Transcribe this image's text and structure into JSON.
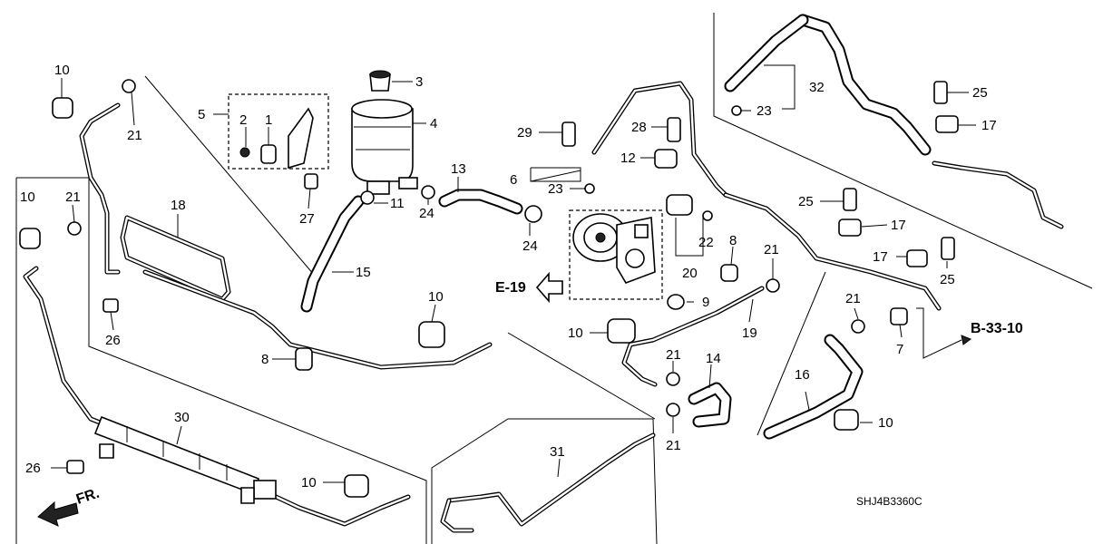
{
  "diagram": {
    "catalog_code": "SHJ4B3360C",
    "front_marker": "FR.",
    "refs": {
      "e19": "E-19",
      "b3310": "B-33-10"
    },
    "callouts": {
      "c10a": "10",
      "c21a": "21",
      "c5": "5",
      "c2": "2",
      "c1": "1",
      "c3": "3",
      "c4": "4",
      "c27": "27",
      "c11": "11",
      "c24a": "24",
      "c13": "13",
      "c15": "15",
      "c18": "18",
      "c10b": "10",
      "c21b": "21",
      "c26a": "26",
      "c8a": "8",
      "c10c": "10",
      "c29": "29",
      "c28": "28",
      "c12": "12",
      "c6": "6",
      "c23a": "23",
      "c24b": "24",
      "c22": "22",
      "c20": "20",
      "c8b": "8",
      "c9": "9",
      "c10d": "10",
      "c21c": "21",
      "c19": "19",
      "c21d": "21",
      "c14": "14",
      "c21e": "21",
      "c30": "30",
      "c26b": "26",
      "c10e": "10",
      "c31": "31",
      "c32": "32",
      "c23b": "23",
      "c25a": "25",
      "c17a": "17",
      "c25b": "25",
      "c17b": "17",
      "c17c": "17",
      "c25c": "25",
      "c21f": "21",
      "c7": "7",
      "c16": "16",
      "c10f": "10"
    }
  }
}
